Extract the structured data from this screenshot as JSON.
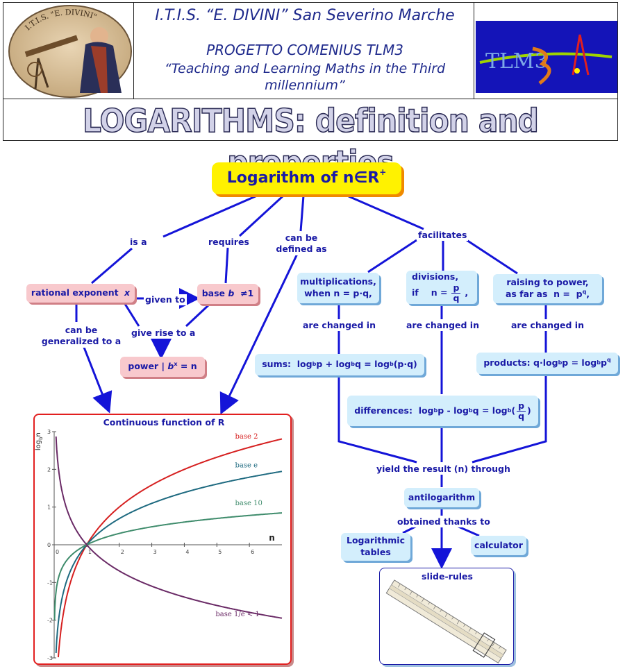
{
  "header": {
    "school_line": "I.T.I.S. “E. DIVINI” San Severino Marche",
    "project_line": "PROGETTO COMENIUS  TLM3",
    "motto_line1": "“Teaching and Learning Maths in the Third",
    "motto_line2": "millennium”",
    "seal_text": "I.T.I.S. \"E. DIVINI\"",
    "logo_text": "TLM3"
  },
  "title": "LOGARITHMS: definition and properties",
  "root": {
    "text": "Logarithm of n∈R",
    "sup": "+"
  },
  "links": {
    "is_a": "is a",
    "requires": "requires",
    "can_be_defined_as_1": "can be",
    "can_be_defined_as_2": "defined as",
    "facilitates": "facilitates",
    "given_to": "given to",
    "give_rise_to_a": "give rise to a",
    "can_be_generalized_1": "can be",
    "can_be_generalized_2": "generalized to a",
    "are_changed_in": "are changed in",
    "yield_result": "yield the result (n) through",
    "obtained_thanks": "obtained thanks to"
  },
  "nodes": {
    "rational_exponent": "rational exponent",
    "rational_exponent_var": "x",
    "base_label": "base",
    "base_var": "b",
    "base_cond": "≠1",
    "power_label": "power |",
    "power_var": "b",
    "power_sup": "x",
    "power_rest": "= n",
    "mult_1": "multiplications,",
    "mult_2": "when n = p·q,",
    "div_1": "divisions,",
    "div_2a": "if",
    "div_2b": "n =",
    "div_num": "p",
    "div_den": "q",
    "div_comma": ",",
    "raise_1": "raising to power,",
    "raise_2": "as far as",
    "raise_2b": "n =",
    "raise_p": "p",
    "raise_q": "q",
    "raise_comma": ",",
    "sums_label": "sums:",
    "products_label": "products:",
    "differences_label": "differences:",
    "antilogarithm": "antilogarithm",
    "log_tables_1": "Logarithmic",
    "log_tables_2": "tables",
    "calculator": "calculator",
    "slide_rules": "slide-rules"
  },
  "formulas": {
    "sums": "log_b p + log_b q = log_b (p·q)",
    "products": "q·log_b p = log_b p^q",
    "differences": "log_b p - log_b q = log_b (p/q)"
  },
  "graph": {
    "title": "Continuous function of R",
    "ylabel": "log_b n",
    "xlabel": "n",
    "series_labels": [
      "base 2",
      "base e",
      "base 10",
      "base 1/e < 1"
    ]
  },
  "chart_data": {
    "type": "line",
    "title": "Continuous function of R",
    "xlabel": "n",
    "ylabel": "log_b n",
    "xlim": [
      0,
      7
    ],
    "ylim": [
      -3,
      3
    ],
    "x_ticks": [
      0,
      1,
      2,
      3,
      4,
      5,
      6
    ],
    "y_ticks": [
      -3,
      -2,
      -1,
      0,
      1,
      2,
      3
    ],
    "series": [
      {
        "name": "base 2",
        "base": 2,
        "color": "#d62020"
      },
      {
        "name": "base e",
        "base": 2.718,
        "color": "#1e6a80"
      },
      {
        "name": "base 10",
        "base": 10,
        "color": "#3f8c6c"
      },
      {
        "name": "base 1/e < 1",
        "base": 0.3679,
        "color": "#6a2a66"
      }
    ]
  },
  "colors": {
    "text": "#1a1aa6",
    "pink": "#f8c9cd",
    "blue_box": "#d3eefc",
    "root_yellow": "#fff200",
    "graph_border": "#e21f1f"
  }
}
